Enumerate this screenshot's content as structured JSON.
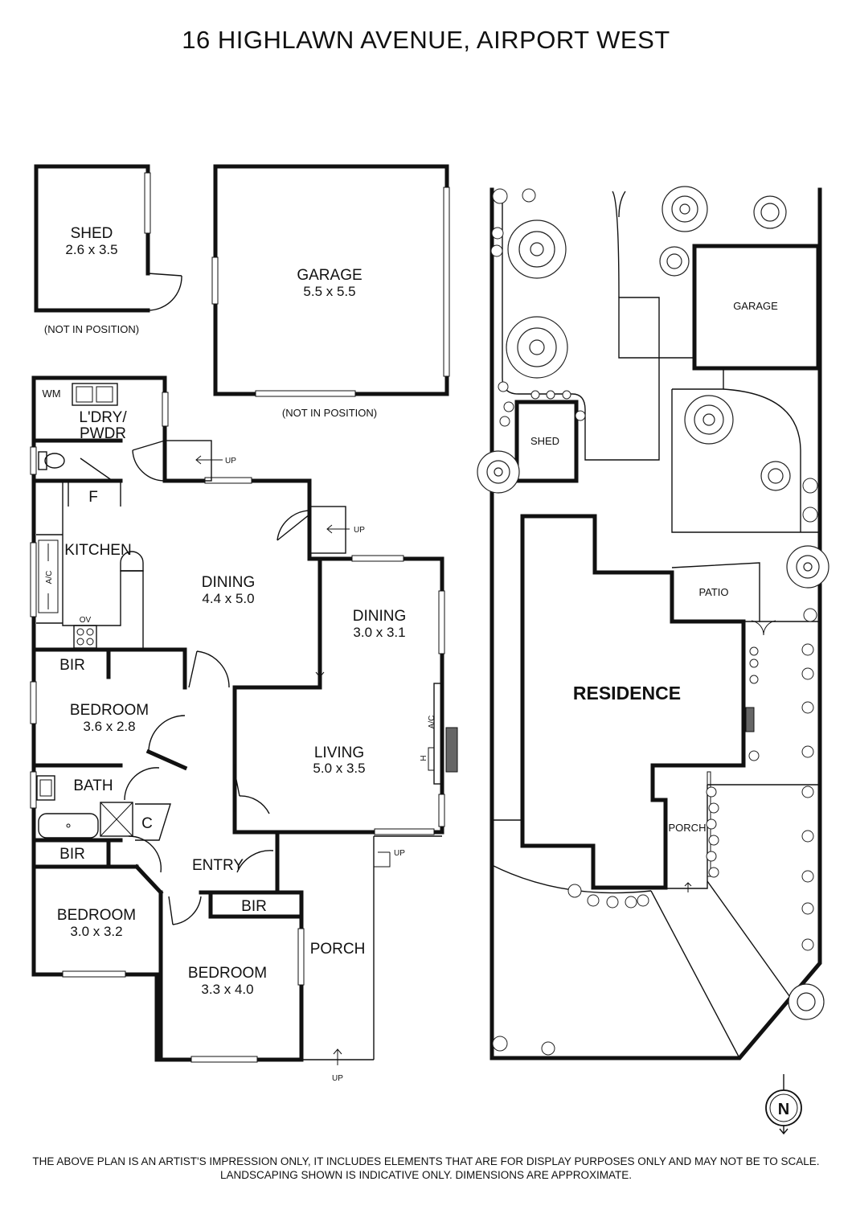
{
  "title": "16 HIGHLAWN AVENUE, AIRPORT WEST",
  "disclaimer": [
    "THE ABOVE PLAN IS AN ARTIST'S IMPRESSION ONLY, IT INCLUDES ELEMENTS THAT ARE FOR DISPLAY PURPOSES ONLY AND MAY NOT BE TO SCALE.",
    "LANDSCAPING SHOWN IS INDICATIVE ONLY. DIMENSIONS ARE APPROXIMATE."
  ],
  "floor_plan": {
    "shed": {
      "name": "SHED",
      "dim": "2.6 x 3.5",
      "note": "(NOT IN POSITION)"
    },
    "garage": {
      "name": "GARAGE",
      "dim": "5.5 x 5.5",
      "note": "(NOT IN POSITION)"
    },
    "laundry": {
      "wm": "WM",
      "name_line1": "L'DRY/",
      "name_line2": "PWDR"
    },
    "fridge": "F",
    "kitchen": "KITCHEN",
    "ac_kitchen": "A/C",
    "oven": "OV",
    "dining1": {
      "name": "DINING",
      "dim": "4.4 x 5.0"
    },
    "dining2": {
      "name": "DINING",
      "dim": "3.0 x 3.1"
    },
    "bir1": "BIR",
    "bedroom1": {
      "name": "BEDROOM",
      "dim": "3.6 x 2.8"
    },
    "living": {
      "name": "LIVING",
      "dim": "5.0 x 3.5"
    },
    "ac_living": "A/C",
    "heater": "H",
    "bath": "BATH",
    "cupboard": "C",
    "bir2": "BIR",
    "entry": "ENTRY",
    "bedroom2": {
      "name": "BEDROOM",
      "dim": "3.0 x 3.2"
    },
    "bir3": "BIR",
    "bedroom3": {
      "name": "BEDROOM",
      "dim": "3.3 x 4.0"
    },
    "porch": "PORCH",
    "up": "UP"
  },
  "site_plan": {
    "garage": "GARAGE",
    "shed": "SHED",
    "patio": "PATIO",
    "residence": "RESIDENCE",
    "porch": "PORCH"
  },
  "compass": {
    "label": "N"
  }
}
